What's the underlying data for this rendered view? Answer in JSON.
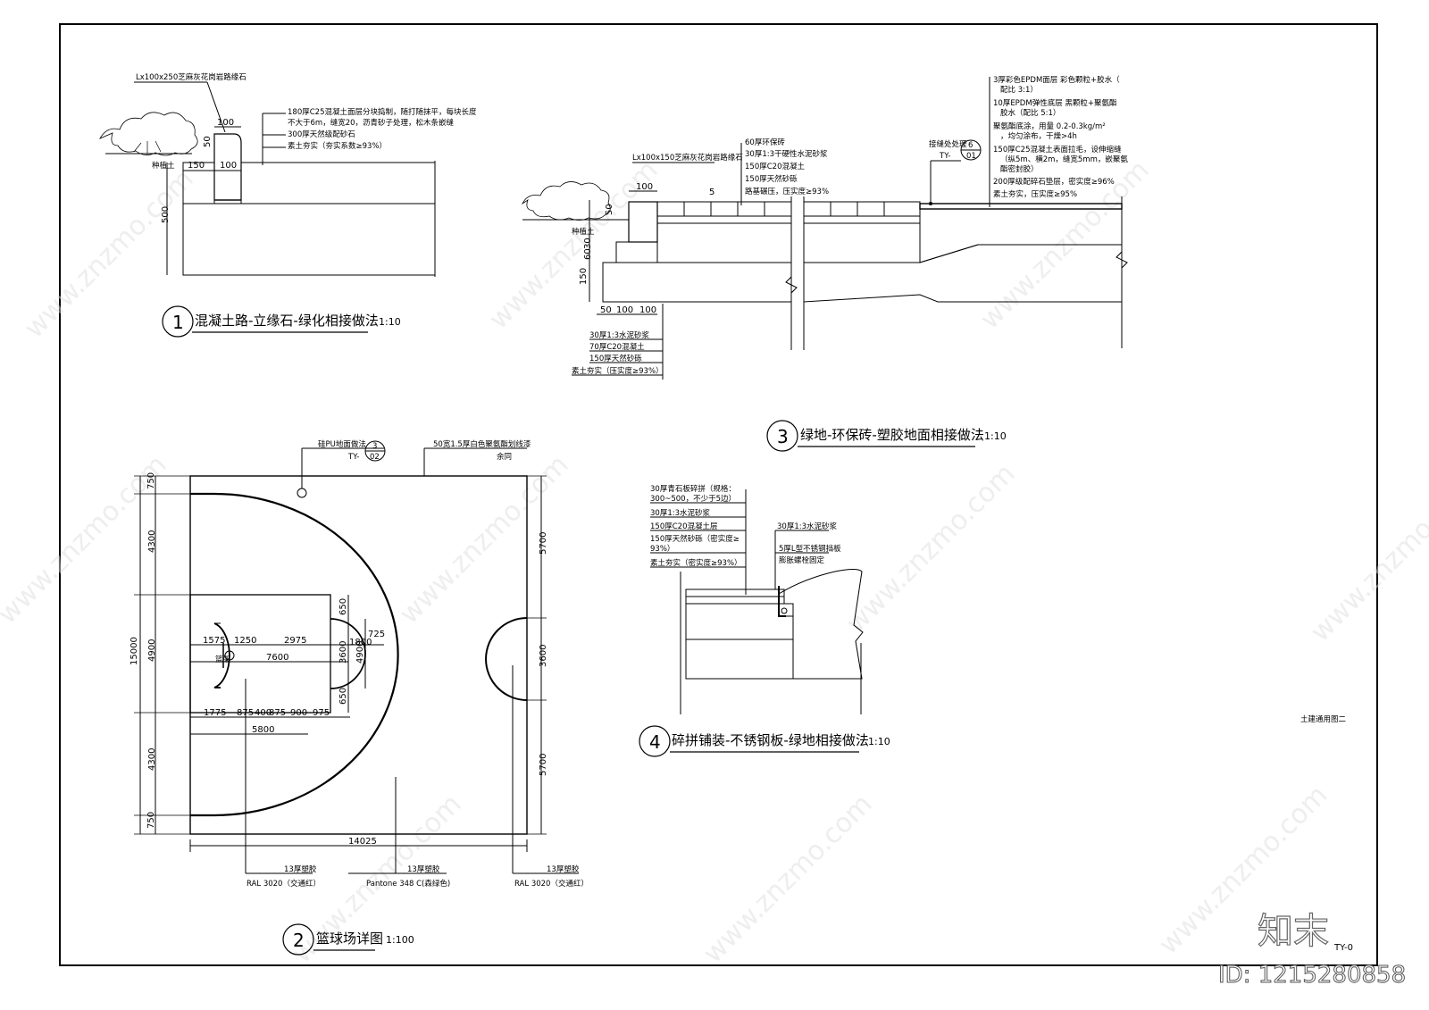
{
  "details": {
    "d1": {
      "number": "1",
      "title": "混凝土路-立缘石-绿化相接做法",
      "scale": "1:10",
      "notes": [
        "Lx100x250芝麻灰花岗岩路缘石",
        "180厚C25混凝土面层分块捣制，随打随抹平，每块长度",
        "不大于6m，缝宽20，沥青砂子处理，松木条嵌缝",
        "300厚天然级配砂石",
        "素土夯实（夯实系数≥93%）",
        "种植土"
      ],
      "dims": [
        "100",
        "50",
        "150",
        "100",
        "500"
      ]
    },
    "d2": {
      "number": "2",
      "title": "篮球场详图",
      "scale": "1:100",
      "top_notes": [
        "硅PU地面做法",
        "3",
        "TY-",
        "02",
        "50宽1.5厚白色聚氨酯划线漆",
        "余同"
      ],
      "left_dims": [
        "750",
        "4300",
        "15000",
        "4900",
        "4300",
        "750"
      ],
      "right_dims": [
        "5700",
        "3600",
        "5700"
      ],
      "inner_dims": [
        "1575",
        "1250",
        "2975",
        "7600",
        "650",
        "3600",
        "1800",
        "4900",
        "725",
        "650",
        "1775",
        "875",
        "400",
        "875",
        "900",
        "975",
        "5800"
      ],
      "basket_label": "篮架",
      "bottom_dim": "14025",
      "legend": [
        {
          "thick": "13厚塑胶",
          "color": "RAL 3020（交通红）"
        },
        {
          "thick": "13厚塑胶",
          "color": "Pantone 348 C(森绿色)"
        },
        {
          "thick": "13厚塑胶",
          "color": "RAL 3020（交通红）"
        }
      ]
    },
    "d3": {
      "number": "3",
      "title": "绿地-环保砖-塑胶地面相接做法",
      "scale": "1:10",
      "curb_note": "Lx100x150芝麻灰花岗岩路缘石",
      "mid_notes": [
        "60厚环保砖",
        "30厚1:3干硬性水泥砂浆",
        "150厚C20混凝土",
        "150厚天然砂砾",
        "路基碾压，压实度≥93%"
      ],
      "joint_note": "接缝处处理",
      "joint_ref": [
        "6",
        "TY-",
        "01"
      ],
      "right_notes": [
        "3厚彩色EPDM面层 彩色颗粒+胶水（",
        "配比 3:1）",
        "10厚EPDM弹性底层 黑颗粒+聚氨酯",
        "胶水（配比 5:1）",
        "聚氨酯底涂，用量 0.2-0.3kg/m²",
        "，均匀涂布，干燥>4h",
        "150厚C25混凝土表面拉毛，设伸缩缝",
        "（纵5m、横2m，缝宽5mm，嵌聚氨",
        "酯密封胶）",
        "200厚级配碎石垫层，密实度≥96%",
        "素土夯实，压实度≥95%"
      ],
      "bottom_notes": [
        "30厚1:3水泥砂浆",
        "70厚C20混凝土",
        "150厚天然砂砾",
        "素土夯实（压实度≥93%）"
      ],
      "dims": [
        "100",
        "50",
        "30",
        "60",
        "150",
        "50",
        "100",
        "100",
        "5",
        "种植土"
      ]
    },
    "d4": {
      "number": "4",
      "title": "碎拼铺装-不锈钢板-绿地相接做法",
      "scale": "1:10",
      "left_notes": [
        "30厚青石板碎拼（规格：",
        "300~500，不少于5边）",
        "30厚1:3水泥砂浆",
        "150厚C20混凝土层",
        "150厚天然砂砾（密实度≥",
        "93%）",
        "素土夯实（密实度≥93%）"
      ],
      "right_notes": [
        "30厚1:3水泥砂浆",
        "5厚L型不锈钢挡板",
        "膨胀螺栓固定"
      ]
    },
    "sheet": {
      "name": "土建通用图二",
      "code": "TY-0",
      "watermark": "www.znzmo.com",
      "logo": "知末",
      "id_text": "ID: 1215280858"
    }
  }
}
